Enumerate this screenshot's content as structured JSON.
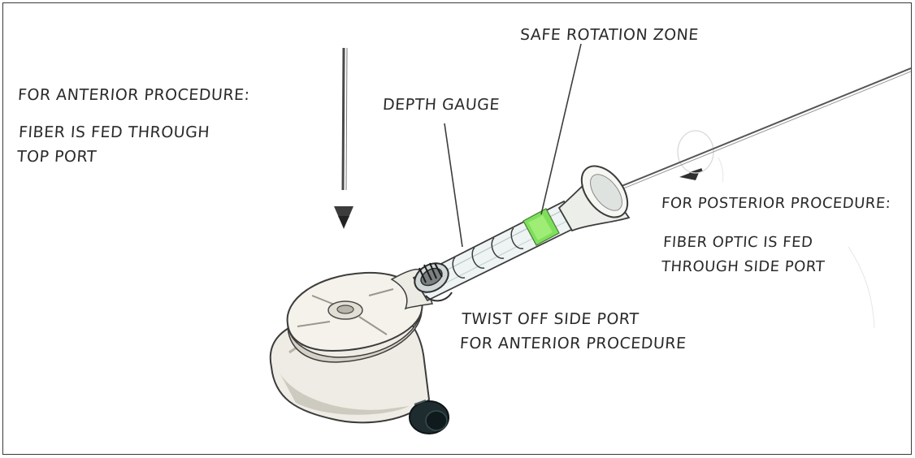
{
  "labels": {
    "anterior": {
      "heading": "FOR ANTERIOR PROCEDURE:",
      "line1": "FIBER IS FED THROUGH",
      "line2": "TOP PORT"
    },
    "depth_gauge": "DEPTH GAUGE",
    "safe_rotation_zone": "SAFE ROTATION ZONE",
    "posterior": {
      "heading": "FOR POSTERIOR PROCEDURE:",
      "line1": "FIBER OPTIC IS FED",
      "line2": "THROUGH SIDE PORT"
    },
    "twist_off": {
      "line1": "TWIST OFF SIDE PORT",
      "line2": "FOR ANTERIOR PROCEDURE"
    }
  },
  "colors": {
    "body": "#f2f0e8",
    "shadow": "#c9c6bb",
    "outline": "#3c3c3c",
    "safe_zone": "#7ee05a",
    "side_port_cap": "#1e2c30",
    "tube": "#eef3f3"
  }
}
